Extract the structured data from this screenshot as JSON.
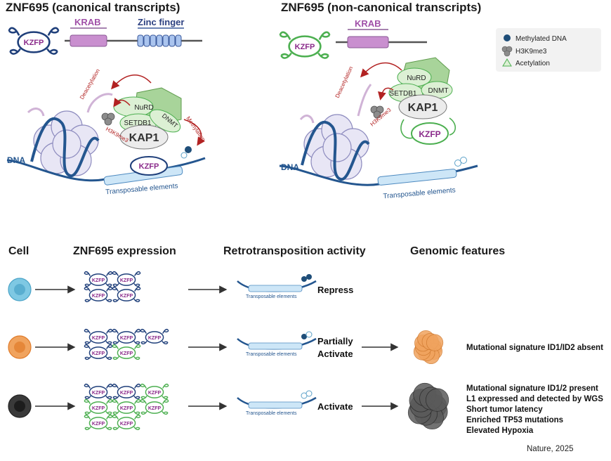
{
  "titles": {
    "canonical": "ZNF695 (canonical transcripts)",
    "noncanonical": "ZNF695 (non-canonical transcripts)"
  },
  "domains": {
    "kzfp": "KZFP",
    "krab": "KRAB",
    "zinc_finger": "Zinc finger"
  },
  "legend": {
    "items": [
      {
        "label": "Methylated DNA",
        "icon": "methylated-dna-dot",
        "color": "#1f4e79"
      },
      {
        "label": "H3K9me3",
        "icon": "h3k9me3-cluster",
        "color": "#8c8c8c"
      },
      {
        "label": "Acetylation",
        "icon": "acetylation-triangle",
        "color": "#8fd28f"
      }
    ]
  },
  "complex": {
    "nurd": "NuRD",
    "setdb1": "SETDB1",
    "dnmt": "DNMT",
    "kap1": "KAP1",
    "kzfp": "KZFP",
    "deacetylation": "Deacetylation",
    "methylation": "Methylation",
    "h3k9me3": "H3K9me3",
    "dna": "DNA",
    "te": "Transposable elements"
  },
  "table": {
    "headers": {
      "cell": "Cell",
      "expression": "ZNF695 expression",
      "activity": "Retrotransposition activity",
      "features": "Genomic features"
    },
    "te_label": "Transposable elements",
    "kzfp_label": "KZFP",
    "rows": [
      {
        "cell_color": "#7ec8e3",
        "activity_line1": "Repress",
        "activity_line2": "",
        "features": []
      },
      {
        "cell_color": "#f0a35e",
        "activity_line1": "Partially",
        "activity_line2": "Activate",
        "features": [
          "Mutational signature ID1/ID2 absent"
        ]
      },
      {
        "cell_color": "#3a3a3a",
        "activity_line1": "Activate",
        "activity_line2": "",
        "features": [
          "Mutational signature ID1/2 present",
          "L1 expressed and detected by WGS",
          "Short tumor latency",
          "Enriched TP53 mutations",
          "Elevated Hypoxia"
        ]
      }
    ]
  },
  "citation": "Nature, 2025",
  "colors": {
    "navy": "#1f3f7a",
    "green": "#4caf50",
    "krab": "#c98fcf",
    "zinc": "#aac4ee",
    "dna": "#24568f",
    "arrow": "#b22222"
  }
}
